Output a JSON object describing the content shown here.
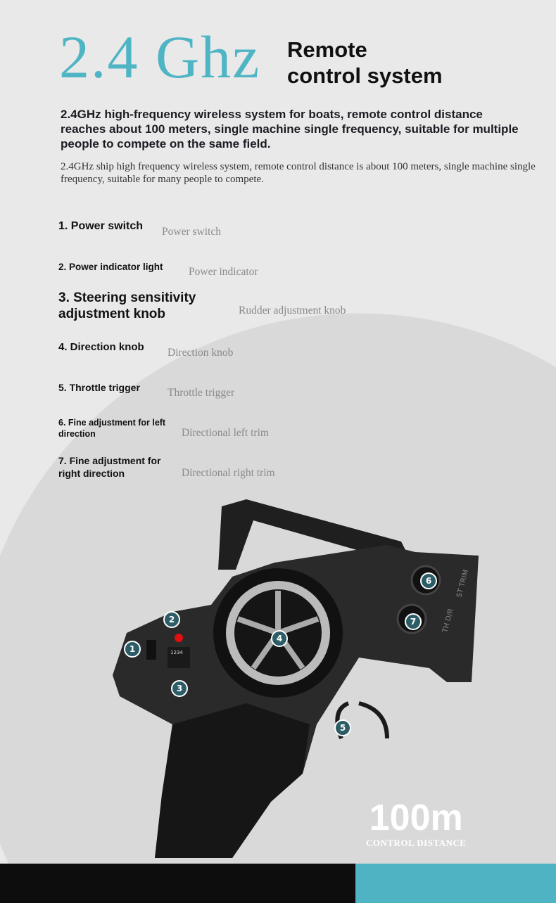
{
  "header": {
    "big": "2.4 Ghz",
    "sub_line1": "Remote",
    "sub_line2": "control system"
  },
  "intro": {
    "bold": "2.4GHz high-frequency wireless system for boats, remote control distance reaches about 100 meters, single machine single frequency, suitable for multiple people to compete on the same field.",
    "plain": "2.4GHz ship high frequency wireless system, remote control distance is about 100  meters, single machine single frequency, suitable for many people to compete."
  },
  "features": [
    {
      "label": "1. Power switch",
      "en": "Power switch"
    },
    {
      "label": "2. Power indicator light",
      "en": "Power indicator"
    },
    {
      "label": "3. Steering sensitivity adjustment knob",
      "en": "Rudder adjustment knob"
    },
    {
      "label": "4. Direction knob",
      "en": "Direction knob"
    },
    {
      "label": "5. Throttle trigger",
      "en": "Throttle trigger"
    },
    {
      "label": "6. Fine adjustment for left direction",
      "en": "Directional left trim"
    },
    {
      "label": "7. Fine adjustment for right direction",
      "en": "Directional right trim"
    }
  ],
  "callouts": [
    "1",
    "2",
    "3",
    "4",
    "5",
    "6",
    "7"
  ],
  "remote_labels": {
    "channels": "1234",
    "st_trim": "ST TRIM",
    "th_dr": "TH D/R"
  },
  "distance": {
    "value": "100m",
    "label": "CONTROL DISTANCE"
  },
  "colors": {
    "accent": "#4fb5c5",
    "callout": "#2c5d66"
  }
}
